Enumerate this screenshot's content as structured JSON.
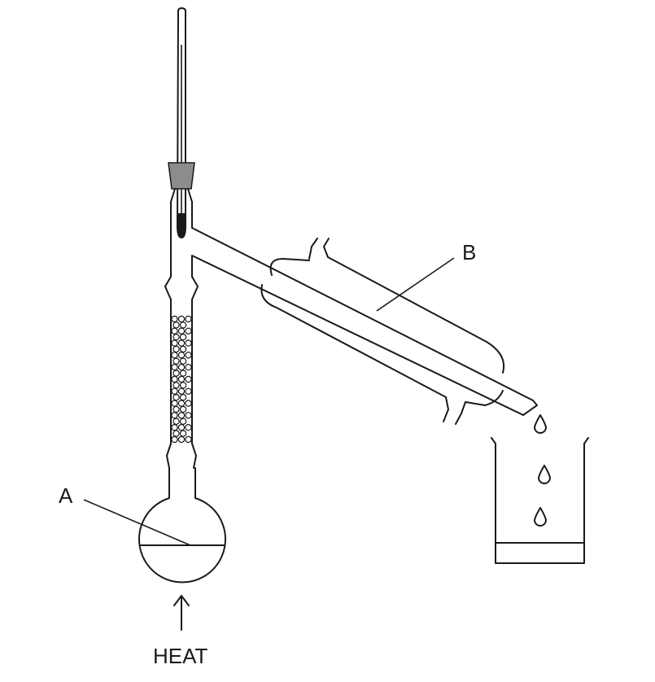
{
  "labels": {
    "a": "A",
    "b": "B",
    "heat": "HEAT"
  },
  "colors": {
    "ink": "#1a1a1a",
    "stopper": "#8c8c8c",
    "paper": "#ffffff"
  },
  "components": [
    "thermometer",
    "stopper",
    "still-head",
    "fractionating-column",
    "round-bottom-flask",
    "liquid-surface",
    "condenser",
    "delivery-tube",
    "droplets",
    "beaker",
    "distillate"
  ]
}
